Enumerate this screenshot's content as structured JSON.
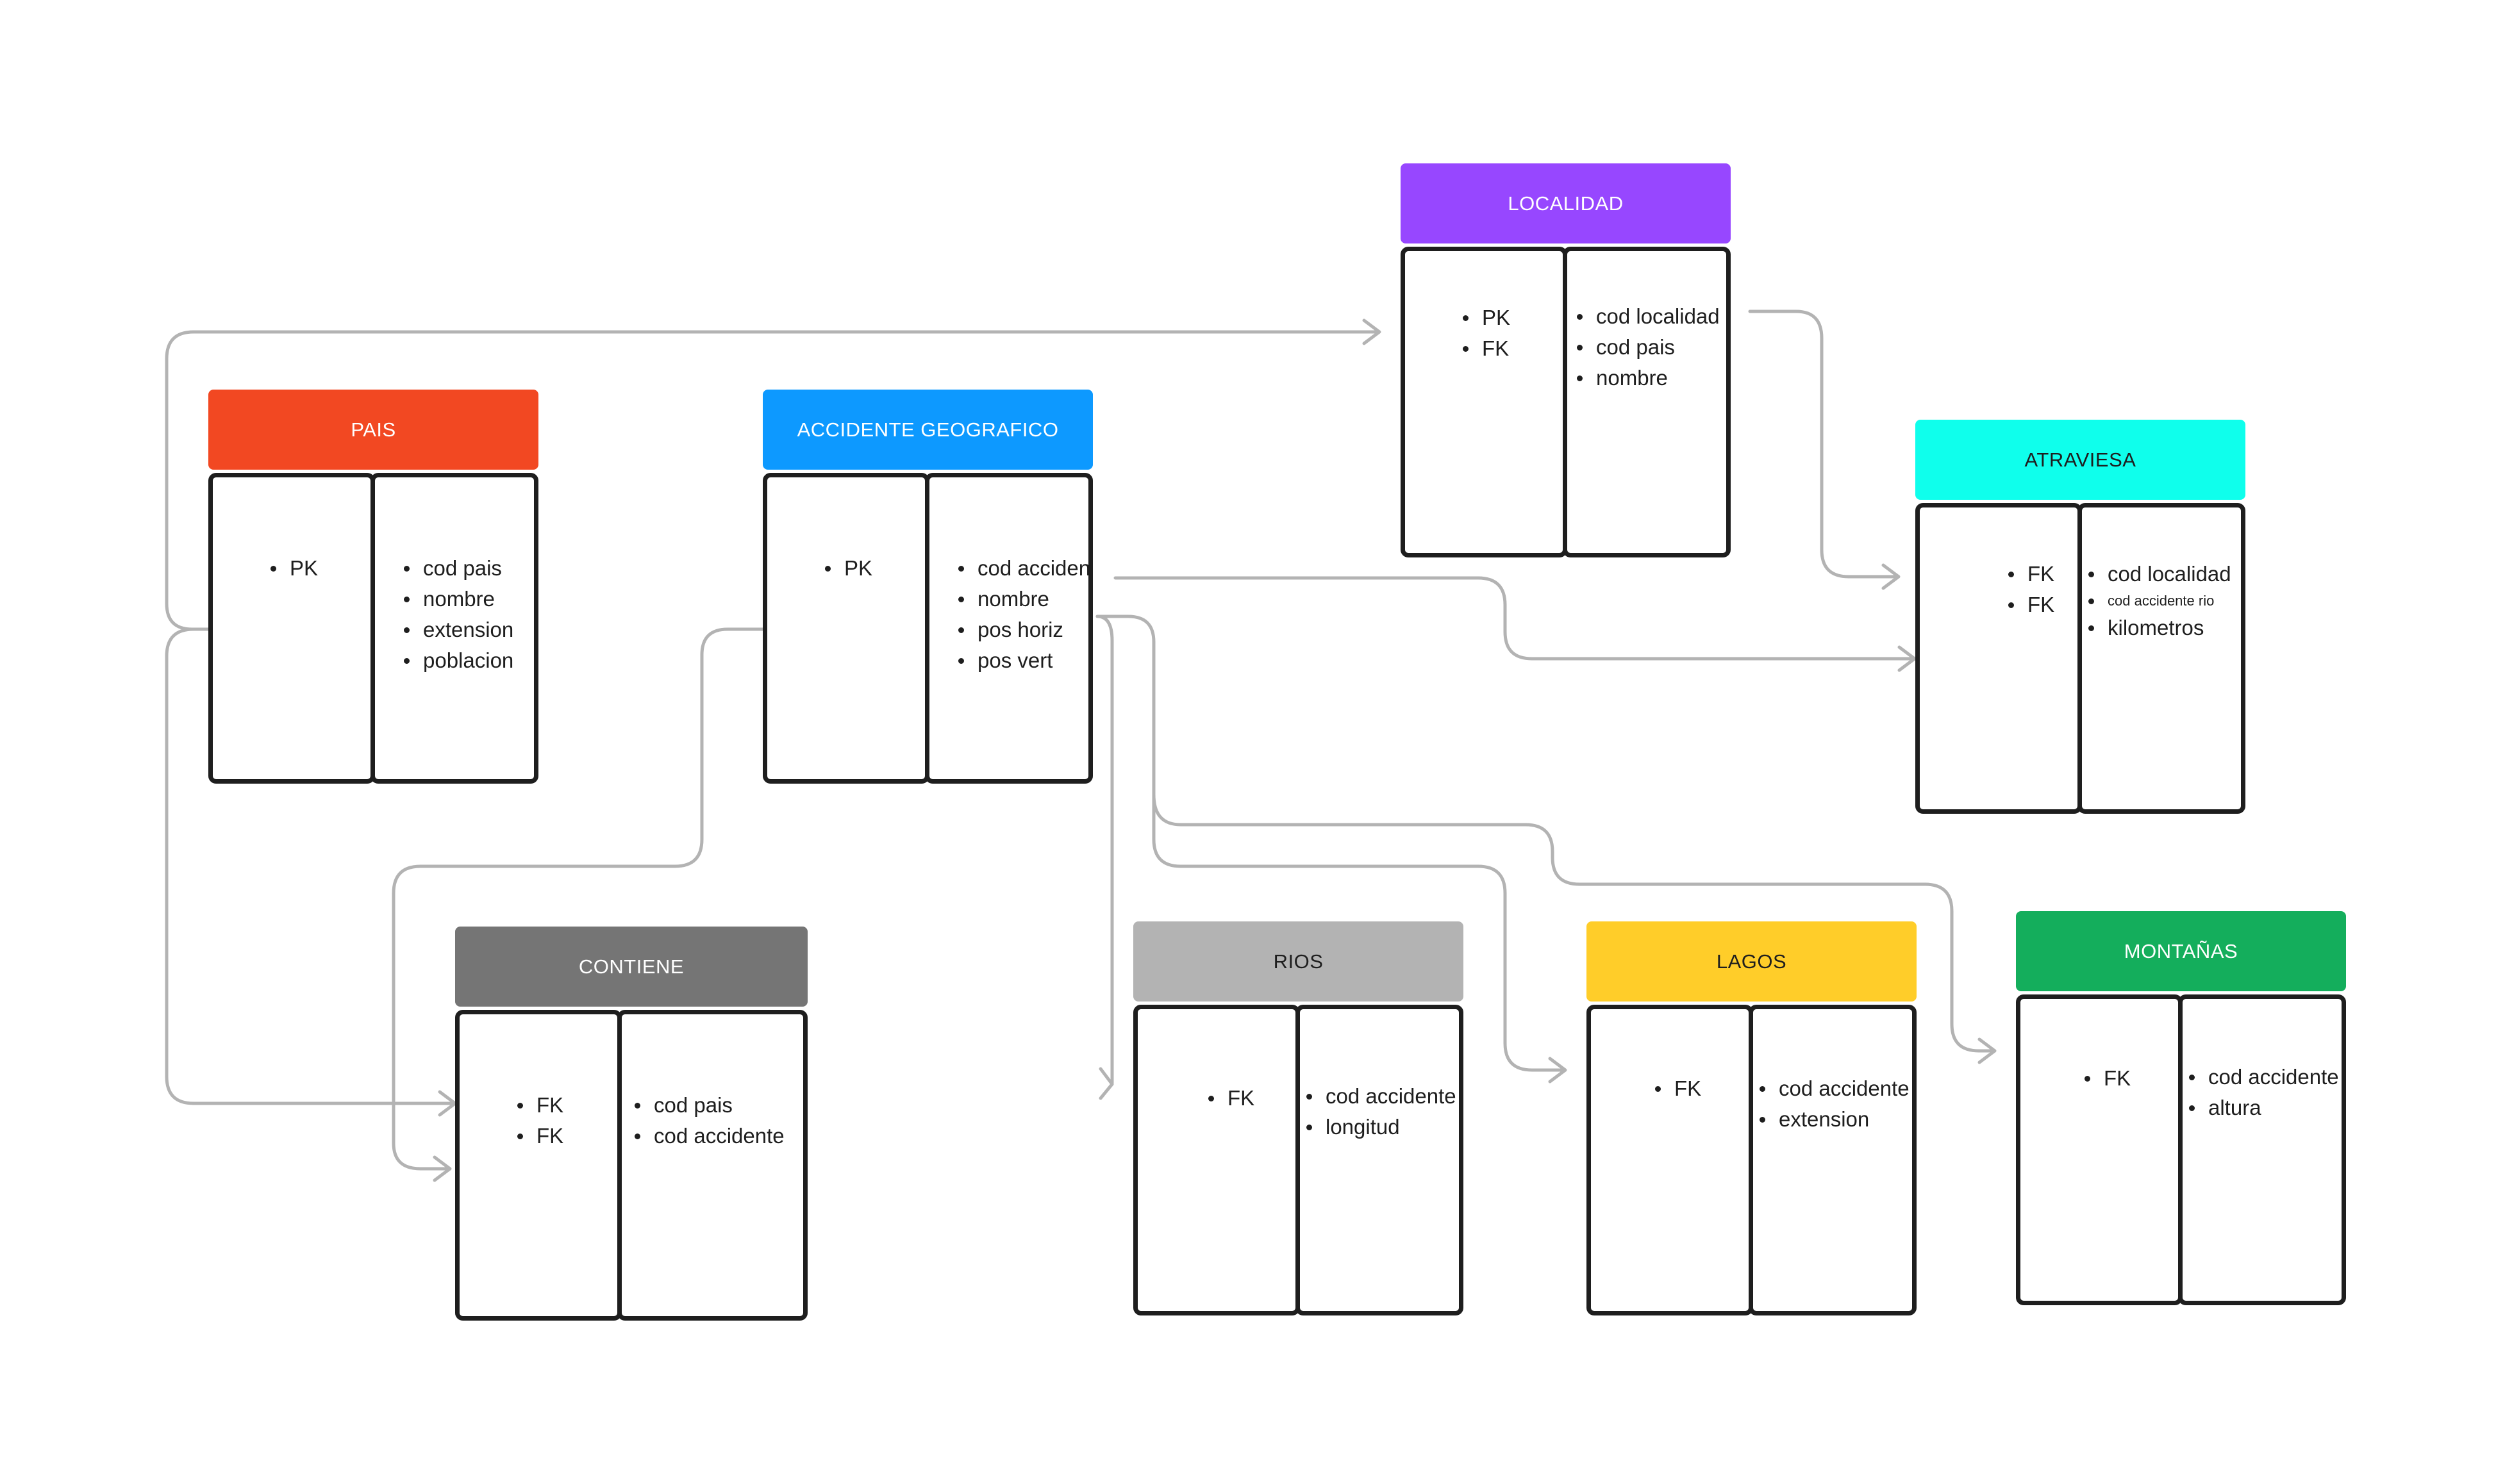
{
  "colors": {
    "pais": "#f24822",
    "accidente": "#0d99ff",
    "localidad": "#9747ff",
    "atraviesa": "#0fffec",
    "contiene": "#757575",
    "rios": "#b3b3b3",
    "lagos": "#ffcd29",
    "montanas": "#14ae5c",
    "connector": "#b3b3b3",
    "border": "#1e1e1e"
  },
  "entities": {
    "pais": {
      "title": "PAIS",
      "keys": [
        "PK"
      ],
      "attributes": [
        "cod pais",
        "nombre",
        "extension",
        "poblacion"
      ]
    },
    "accidente": {
      "title": "ACCIDENTE GEOGRAFICO",
      "keys": [
        "PK"
      ],
      "attributes": [
        "cod accidente",
        "nombre",
        "pos horiz",
        "pos vert"
      ]
    },
    "localidad": {
      "title": "LOCALIDAD",
      "keys": [
        "PK",
        "FK"
      ],
      "attributes": [
        "cod localidad",
        "cod pais",
        "nombre"
      ]
    },
    "atraviesa": {
      "title": "ATRAVIESA",
      "keys": [
        "FK",
        "FK"
      ],
      "attributes": [
        "cod localidad",
        "cod accidente rio",
        "kilometros"
      ]
    },
    "contiene": {
      "title": "CONTIENE",
      "keys": [
        "FK",
        "FK"
      ],
      "attributes": [
        "cod pais",
        "cod accidente"
      ]
    },
    "rios": {
      "title": "RIOS",
      "keys": [
        "FK"
      ],
      "attributes": [
        "cod accidente",
        "longitud"
      ]
    },
    "lagos": {
      "title": "LAGOS",
      "keys": [
        "FK"
      ],
      "attributes": [
        "cod accidente",
        "extension"
      ]
    },
    "montanas": {
      "title": "MONTAÑAS",
      "keys": [
        "FK"
      ],
      "attributes": [
        "cod accidente",
        "altura"
      ]
    }
  }
}
